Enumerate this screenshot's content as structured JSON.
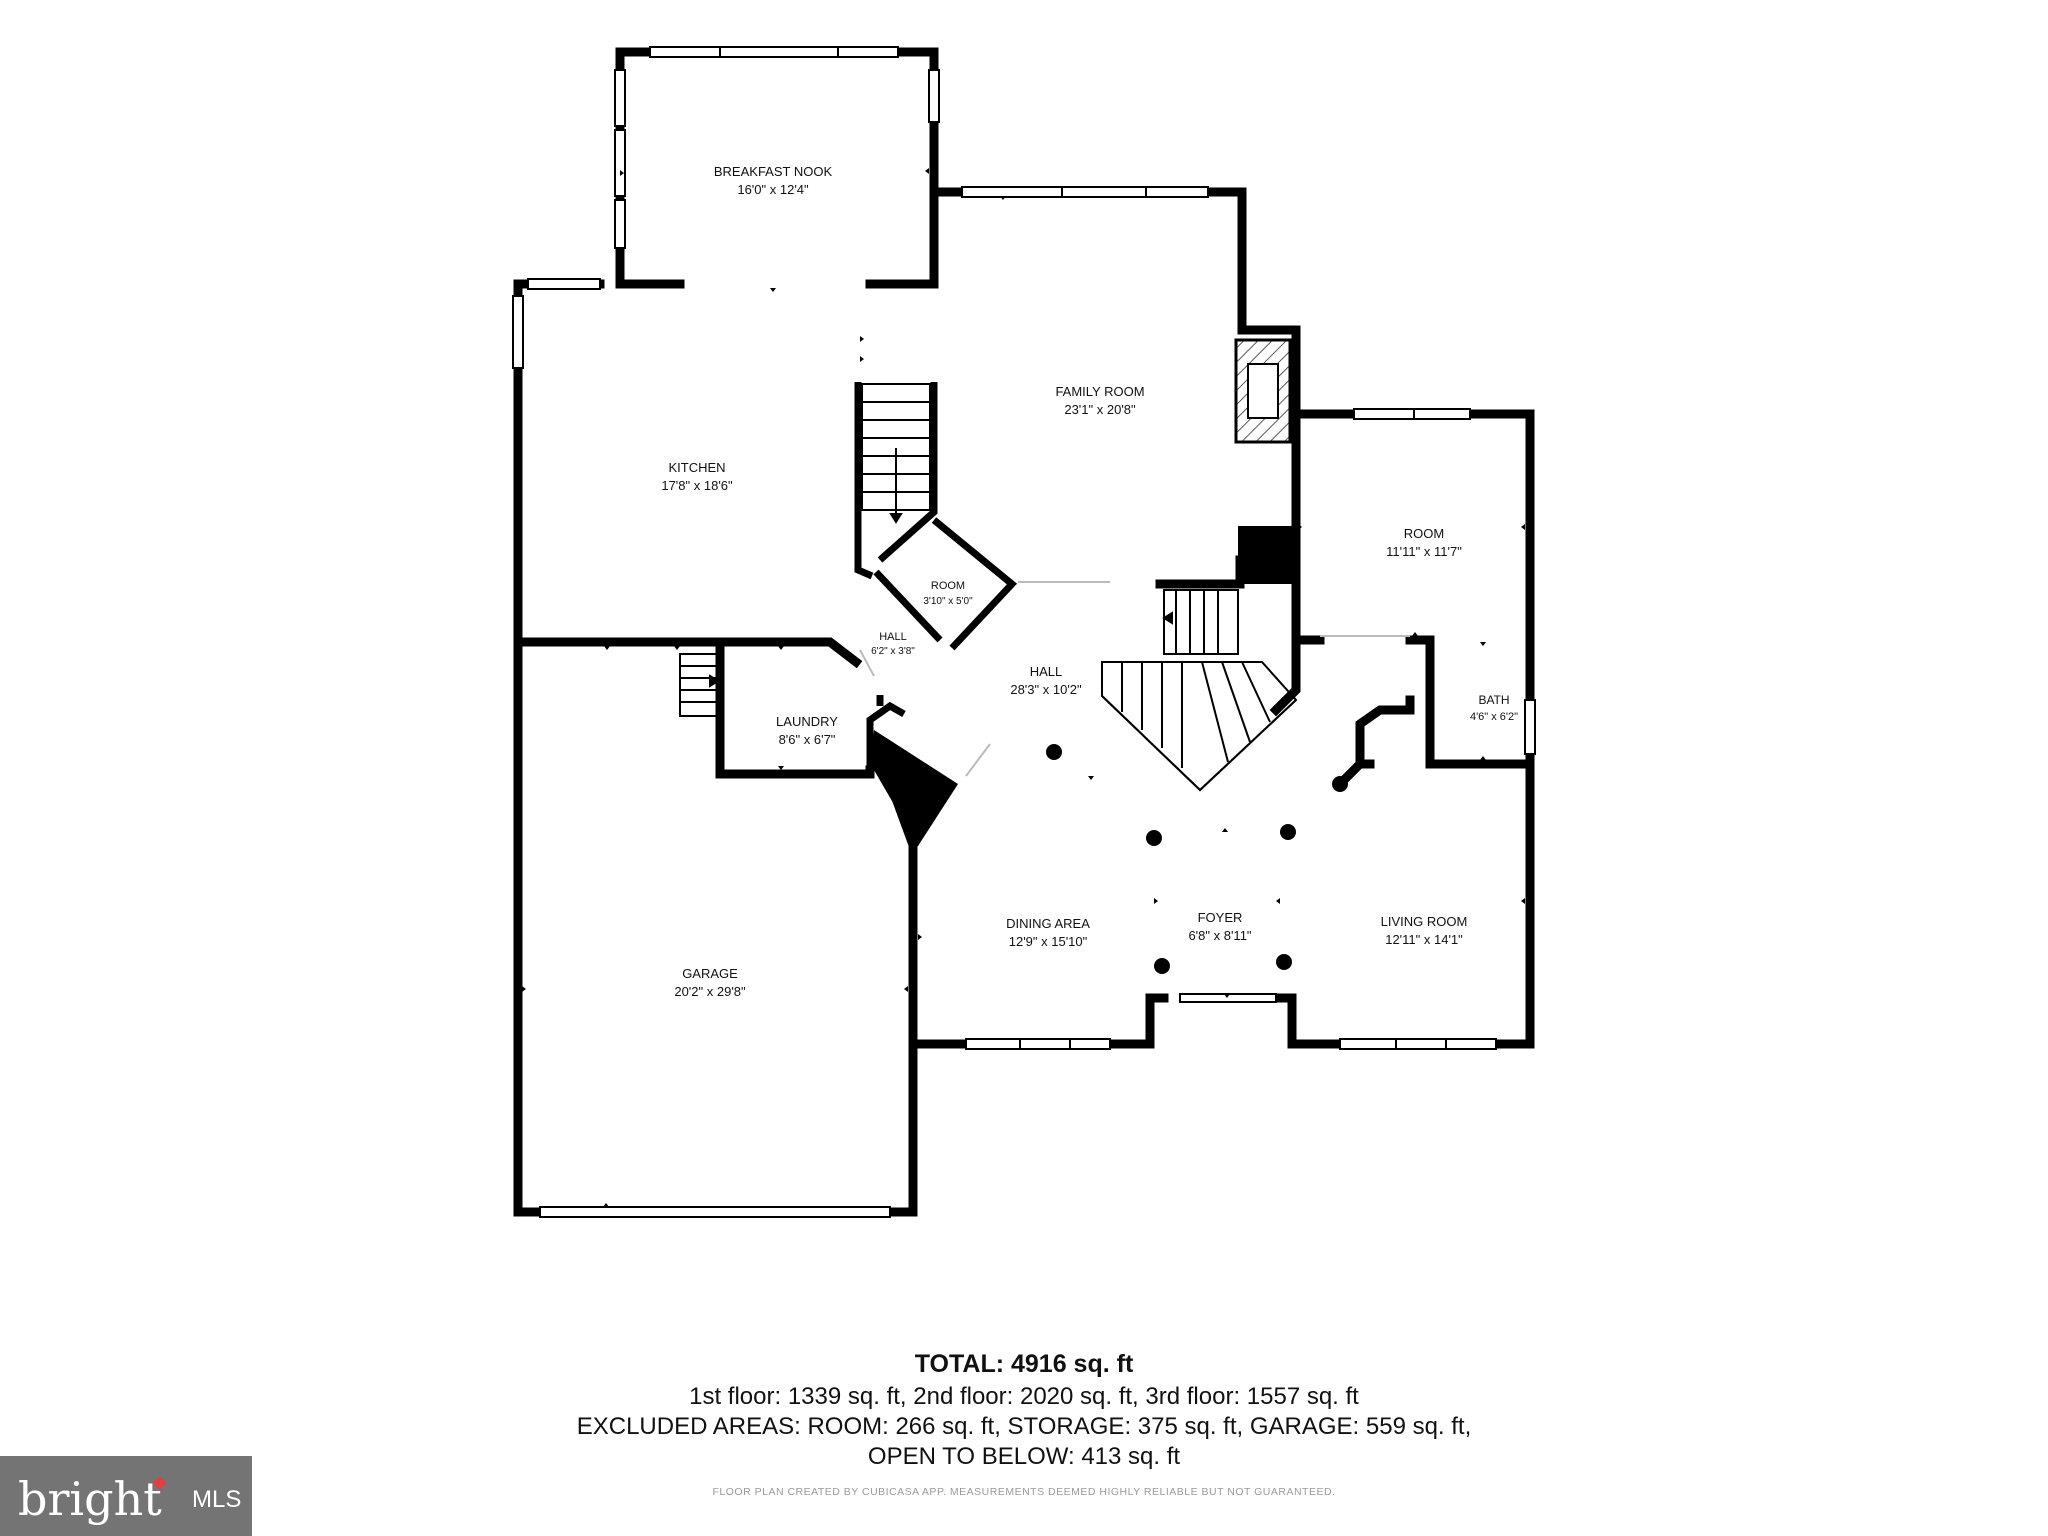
{
  "rooms": {
    "breakfast_nook": {
      "name": "BREAKFAST NOOK",
      "dims": "16'0\" x 12'4\""
    },
    "family_room": {
      "name": "FAMILY ROOM",
      "dims": "23'1\" x 20'8\""
    },
    "kitchen": {
      "name": "KITCHEN",
      "dims": "17'8\" x 18'6\""
    },
    "room_small": {
      "name": "ROOM",
      "dims": "3'10\" x 5'0\""
    },
    "room_right": {
      "name": "ROOM",
      "dims": "11'11\" x 11'7\""
    },
    "hall_small": {
      "name": "HALL",
      "dims": "6'2\" x 3'8\""
    },
    "hall_main": {
      "name": "HALL",
      "dims": "28'3\" x 10'2\""
    },
    "bath": {
      "name": "BATH",
      "dims": "4'6\" x 6'2\""
    },
    "laundry": {
      "name": "LAUNDRY",
      "dims": "8'6\" x 6'7\""
    },
    "garage": {
      "name": "GARAGE",
      "dims": "20'2\" x 29'8\""
    },
    "dining_area": {
      "name": "DINING AREA",
      "dims": "12'9\" x 15'10\""
    },
    "foyer": {
      "name": "FOYER",
      "dims": "6'8\" x 8'11\""
    },
    "living_room": {
      "name": "LIVING ROOM",
      "dims": "12'11\" x 14'1\""
    }
  },
  "summary": {
    "total_label": "TOTAL:",
    "total_value": "4916 sq. ft",
    "line1": "1st floor: 1339 sq. ft, 2nd floor: 2020 sq. ft, 3rd floor: 1557 sq. ft",
    "line2": "EXCLUDED AREAS: ROOM: 266 sq. ft, STORAGE: 375 sq. ft, GARAGE: 559 sq. ft,",
    "line3": "OPEN TO BELOW: 413 sq. ft",
    "disclaimer": "FLOOR PLAN CREATED BY CUBICASA APP. MEASUREMENTS DEEMED HIGHLY RELIABLE BUT NOT GUARANTEED."
  },
  "logo": {
    "brand": "bright",
    "suffix": "MLS"
  }
}
